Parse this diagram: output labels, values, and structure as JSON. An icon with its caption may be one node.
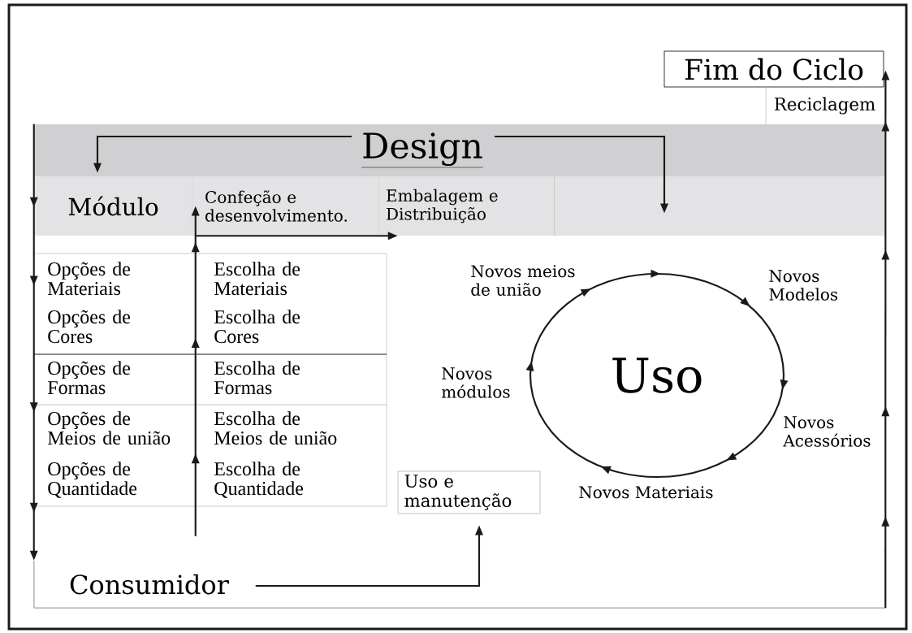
{
  "diagram": {
    "nodes": [
      {
        "text": [
          "Fim do Ciclo"
        ]
      },
      {
        "text": [
          "Reciclagem"
        ]
      },
      {
        "text": [
          "Design"
        ]
      },
      {
        "text": [
          "Módulo"
        ]
      },
      {
        "text": [
          "Confeção e desenvolvimento."
        ]
      },
      {
        "text": [
          "Embalagem e Distribuição"
        ]
      },
      {
        "text": [],
        "shape": "box"
      },
      {
        "text": [
          "Uso"
        ],
        "beside": [
          "Novos meios de união",
          "Novos Modelos",
          "Novos módulos",
          "Novos Acessórios",
          "Novos Materiais"
        ]
      },
      {
        "text": [
          "Uso e manutenção"
        ]
      },
      {
        "text": [
          "Consumidor"
        ]
      }
    ],
    "edges": [
      {
        "from": 2,
        "to": 3,
        "arrow": "to"
      },
      {
        "from": 2,
        "to": 6,
        "arrow": "to"
      },
      {
        "from": 2,
        "to": 9,
        "arrow": "to"
      },
      {
        "from": 9,
        "to": 4,
        "arrow": "to"
      },
      {
        "from": 4,
        "to": 5,
        "arrow": "to"
      },
      {
        "from": 9,
        "to": 8,
        "arrow": "to"
      },
      {
        "from": 9,
        "to": 0,
        "arrow": "to"
      }
    ],
    "labels": [
      "Opções de Materiais",
      "Escolha de Materiais",
      "Opções de Cores",
      "Escolha de Cores",
      "Opções de Formas",
      "Escolha de Formas",
      "Opções de Meios de união",
      "Escolha de Meios de união",
      "Opções de Quantidade",
      "Escolha de Quantidade"
    ]
  }
}
